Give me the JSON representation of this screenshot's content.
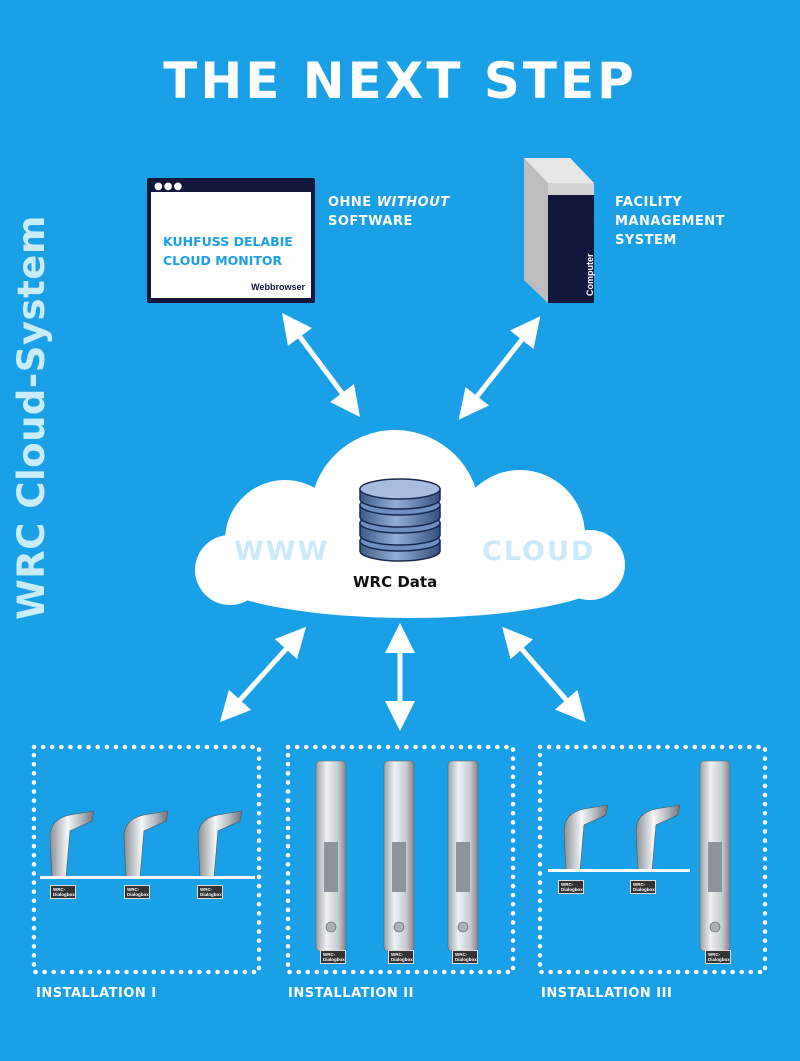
{
  "title": "THE NEXT STEP",
  "side_title": "WRC Cloud-System",
  "browser": {
    "dots": "●●●",
    "name": "KUHFUSS DELABIE\nCLOUD MONITOR",
    "label": "Webbrowser"
  },
  "ohne_caption": {
    "prefix": "OHNE ",
    "italic": "WITHOUT",
    "suffix": "SOFTWARE"
  },
  "fms_caption": "FACILITY\nMANAGEMENT\nSYSTEM",
  "computer_label": "Computer",
  "cloud": {
    "left_word": "WWW",
    "right_word": "CLOUD",
    "center_label": "WRC Data"
  },
  "tag_text": "WRC-\nDialogbox",
  "installations": [
    {
      "label": "INSTALLATION I"
    },
    {
      "label": "INSTALLATION II"
    },
    {
      "label": "INSTALLATION III"
    }
  ],
  "colors": {
    "background": "#1aa0e6",
    "navy": "#13163b",
    "cloud": "#ffffff",
    "side_title": "#c9ecfb"
  }
}
